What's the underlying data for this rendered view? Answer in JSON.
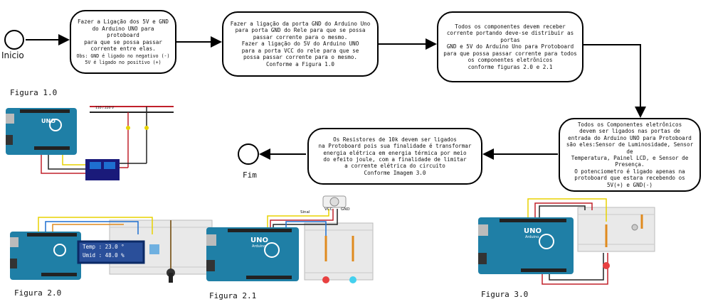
{
  "start_label": "Inicio",
  "end_label": "Fim",
  "steps": [
    {
      "text": "Fazer a Ligação dos 5V e GND\ndo Arduino UNO para protoboard\npara que se possa passar\ncorrente entre elas.",
      "note": "Obs: GND é ligado no negativo (-)\n5V é ligado no positivo (+)"
    },
    {
      "text": "Fazer a ligação da porta GND do Arduino Uno\npara porta GND do Rele para que se possa\npassar corrente para o mesmo.\nFazer a ligação do 5V do Arduino UNO\npara a porta VCC do rele para que se\npossa passar corrente para o mesmo.\nConforme a Figura 1.0"
    },
    {
      "text": "Todos os componentes devem receber\ncorrente portando deve-se distribuir as portas\nGND e 5V do Arduino Uno para Protoboard\npara que possa passar corrente para todos\nos componentes eletrônicos\nconforme figuras 2.0 e 2.1"
    },
    {
      "text": "Todos os Componentes eletrônicos\ndevem ser ligados  nas portas de\nentrada do Arduino UNO para Protoboard\nsão eles:Sensor de Luminosidade, Sensor de\nTemperatura, Painel LCD, e  Sensor de\nPresença.\nO potenciometro é ligado apenas na\nprotoboard que estara recebendo os\n5V(+) e GND(-)"
    },
    {
      "text": "Os Resistores de 10k devem ser ligados\nna Protoboard pois sua finalidade é transformar\nenergia elétrica em energia térmica por meio\ndo efeito joule, com a finalidade de limitar\na corrente elétrica do circuito\nConforme Imagem 3.0"
    }
  ],
  "figures": {
    "fig1": {
      "caption": "Figura 1.0",
      "voltage_label": "110 / 220 V"
    },
    "fig2": {
      "caption": "Figura 2.0",
      "lcd_line1": "Temp : 23.0 °",
      "lcd_line2": "Umid : 48.0 %"
    },
    "fig21": {
      "caption": "Figura 2.1",
      "sinal_label": "Sinal",
      "vcc_label": "VCC",
      "gnd_label": "GND"
    },
    "fig3": {
      "caption": "Figura 3.0"
    }
  },
  "board": {
    "brand": "UNO",
    "sub": "Arduino"
  },
  "colors": {
    "board": "#1f7fa6",
    "wire_red": "#c0202a",
    "wire_black": "#222",
    "wire_yellow": "#e8d200",
    "wire_blue": "#1e6fd0",
    "wire_orange": "#e08a1e",
    "protoboard": "#e9e9e9"
  }
}
